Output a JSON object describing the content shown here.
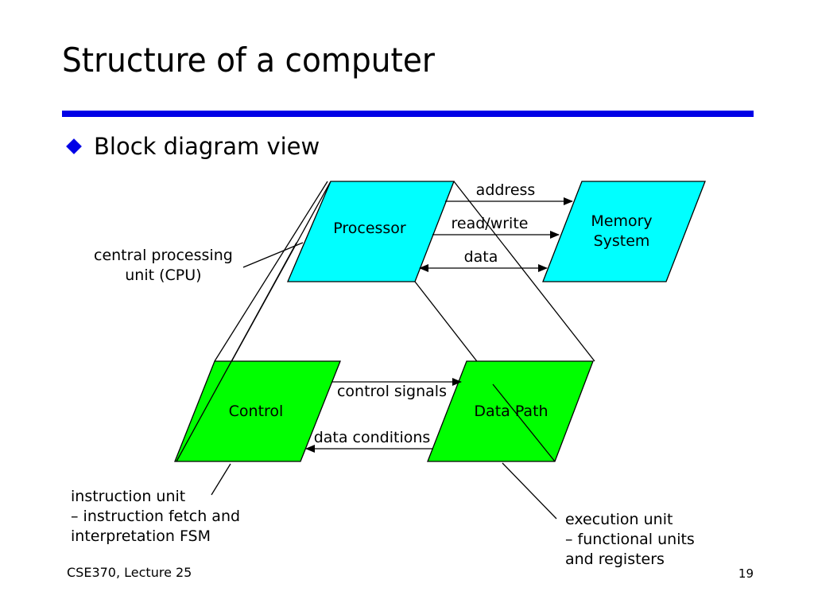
{
  "slide": {
    "title": "Structure of a computer",
    "bullet": "Block diagram view",
    "footer_left": "CSE370, Lecture 25",
    "page_number": "19"
  },
  "colors": {
    "rule": "#0000E6",
    "bullet": "#0000E6",
    "top_blocks": "#00FFFF",
    "bottom_blocks": "#00FF00"
  },
  "icons": {
    "bullet": "diamond-bullet-icon"
  },
  "diagram": {
    "blocks": {
      "processor": "Processor",
      "memory_line1": "Memory",
      "memory_line2": "System",
      "control": "Control",
      "datapath": "Data Path"
    },
    "arrows": {
      "address": "address",
      "read_write": "read/write",
      "data": "data",
      "control_signals": "control signals",
      "data_conditions": "data conditions"
    },
    "notes": {
      "cpu_line1": "central processing",
      "cpu_line2": "unit (CPU)",
      "instr_line1": "instruction unit",
      "instr_line2": "– instruction fetch and",
      "instr_line3": "interpretation FSM",
      "exec_line1": "execution unit",
      "exec_line2": "– functional units",
      "exec_line3": "and registers"
    }
  }
}
